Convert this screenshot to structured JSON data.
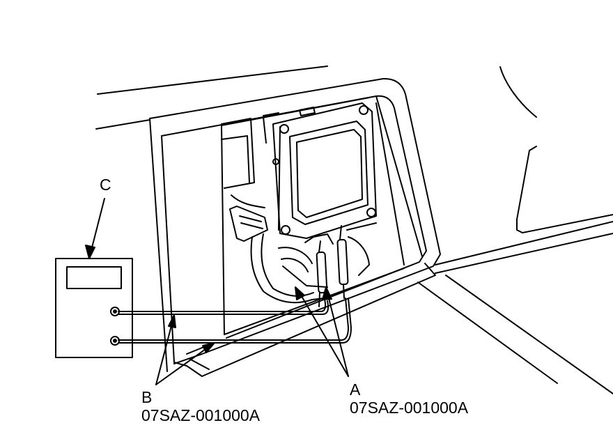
{
  "callouts": {
    "a": {
      "letter": "A",
      "part_number": "07SAZ-001000A"
    },
    "b": {
      "letter": "B",
      "part_number": "07SAZ-001000A"
    },
    "c": {
      "letter": "C"
    }
  },
  "colors": {
    "ink": "#000000",
    "paper": "#ffffff"
  }
}
